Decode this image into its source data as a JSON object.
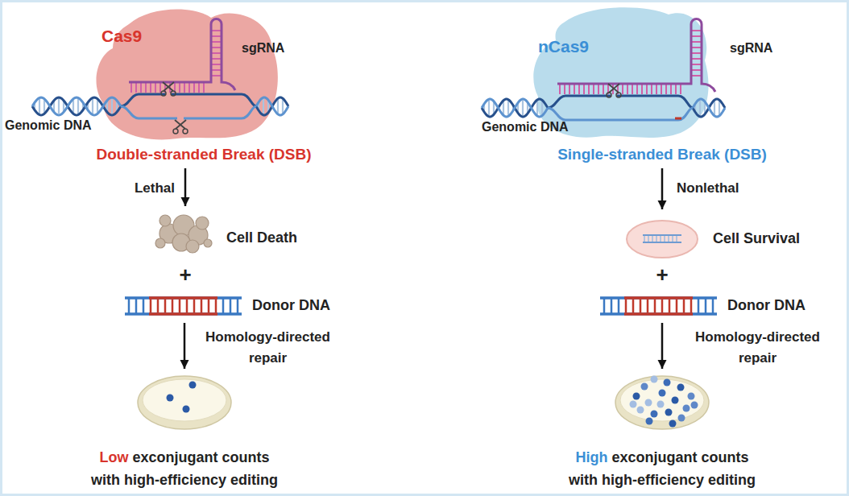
{
  "diagram": {
    "nodes": [
      {
        "text": [
          "Cas9",
          "Double-stranded Break (DSB)"
        ]
      },
      {
        "text": [
          "Cell Death"
        ]
      },
      {
        "text": [
          "Donor DNA"
        ]
      },
      {
        "text": [
          "Low",
          "exconjugant counts with high-efficiency editing"
        ]
      },
      {
        "text": [
          "nCas9",
          "Single-stranded Break (DSB)"
        ]
      },
      {
        "text": [
          "Cell Survival"
        ]
      },
      {
        "text": [
          "Donor DNA"
        ]
      },
      {
        "text": [
          "High",
          "exconjugant counts with high-efficiency editing"
        ]
      }
    ],
    "edges": [
      {
        "from": 0,
        "to": 1,
        "arrow": "to",
        "label": "Lethal"
      },
      {
        "from": 2,
        "to": 3,
        "arrow": "to",
        "label": "Homology-directed repair"
      },
      {
        "from": 4,
        "to": 5,
        "arrow": "to",
        "label": "Nonlethal"
      },
      {
        "from": 6,
        "to": 7,
        "arrow": "to",
        "label": "Homology-directed repair"
      }
    ],
    "labels": [
      "sgRNA",
      "Genomic DNA",
      "+",
      "sgRNA",
      "Genomic DNA",
      "+"
    ]
  }
}
